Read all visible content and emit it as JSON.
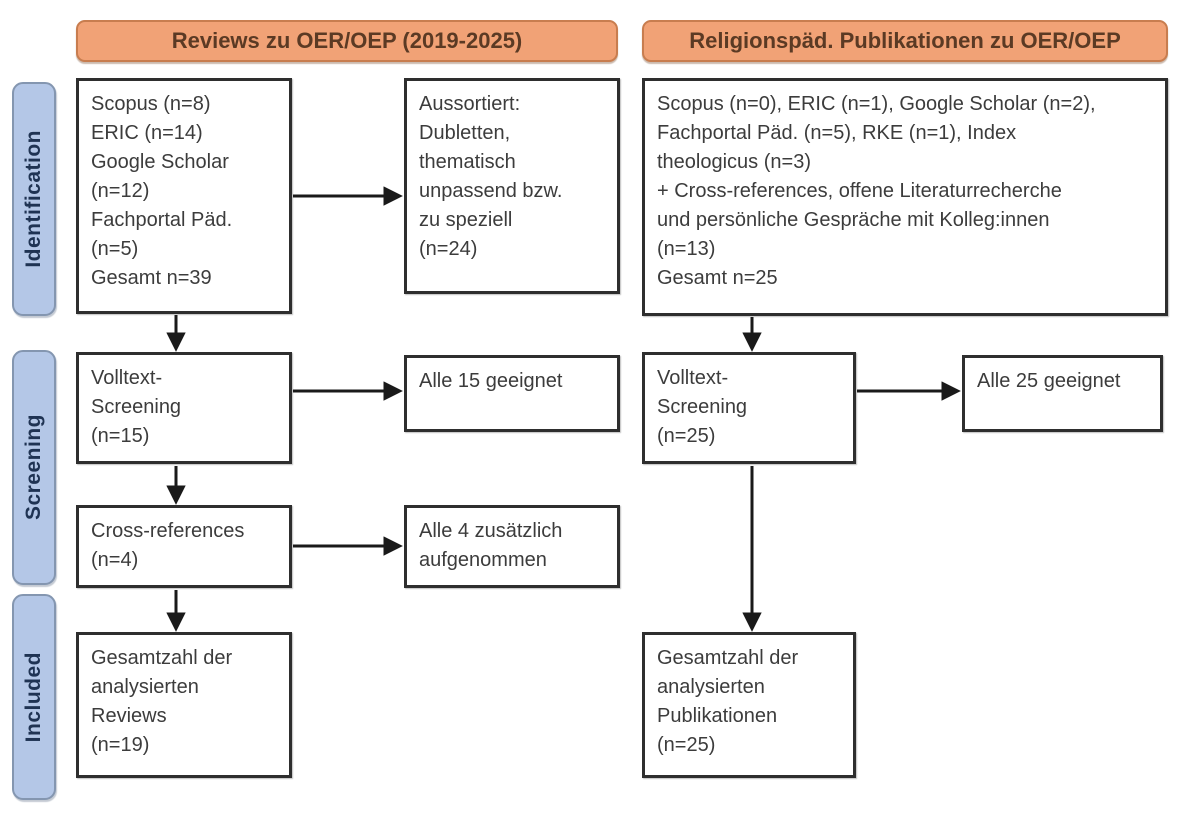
{
  "headers": {
    "reviews": "Reviews zu OER/OEP (2019-2025)",
    "relpaed": "Religionspäd. Publikationen zu OER/OEP"
  },
  "stages": {
    "identification": "Identification",
    "screening": "Screening",
    "included": "Included"
  },
  "boxes": {
    "reviews_sources": "Scopus (n=8)\nERIC (n=14)\nGoogle Scholar\n(n=12)\nFachportal Päd.\n(n=5)\nGesamt n=39",
    "aussortiert": "Aussortiert:\nDubletten,\nthematisch\nunpassend bzw.\nzu speziell\n(n=24)",
    "relpaed_sources": "Scopus (n=0), ERIC (n=1), Google Scholar (n=2),\nFachportal Päd. (n=5), RKE (n=1), Index\ntheologicus (n=3)\n+ Cross-references, offene Literaturrecherche\nund persönliche Gespräche mit Kolleg:innen\n(n=13)\nGesamt n=25",
    "volltext_reviews": "Volltext-\nScreening\n(n=15)",
    "alle15": "Alle 15 geeignet",
    "crossref": "Cross-references\n(n=4)",
    "alle4": "Alle 4 zusätzlich\naufgenommen",
    "gesamt_reviews": "Gesamtzahl der\nanalysierten\nReviews\n(n=19)",
    "volltext_pub": "Volltext-\nScreening\n(n=25)",
    "alle25": "Alle 25 geeignet",
    "gesamt_pub": "Gesamtzahl der\nanalysierten\nPublikationen\n(n=25)"
  },
  "colors": {
    "header_fill": "#F1A276",
    "header_border": "#C87D4F",
    "header_text": "#5B3A24",
    "stage_fill": "#B4C7E7",
    "stage_border": "#8496B0",
    "stage_text": "#1F3353",
    "box_border": "#2E2E2E",
    "box_text": "#3C3C3C",
    "arrow": "#1A1A1A",
    "background": "#FFFFFF"
  }
}
